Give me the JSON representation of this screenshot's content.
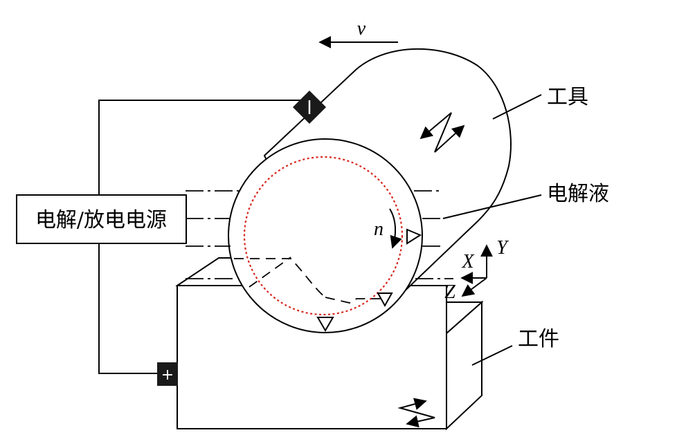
{
  "labels": {
    "velocity": "v",
    "tool": "工具",
    "electrolyte": "电解液",
    "power_supply": "电解/放电电源",
    "rotation": "n",
    "axis_x": "X",
    "axis_y": "Y",
    "axis_z": "Z",
    "workpiece": "工件"
  },
  "terminals": {
    "negative": "−",
    "positive": "+"
  },
  "colors": {
    "line": "#000000",
    "dashed_circle": "#d7261e",
    "terminal_fill": "#1a1a1a"
  }
}
